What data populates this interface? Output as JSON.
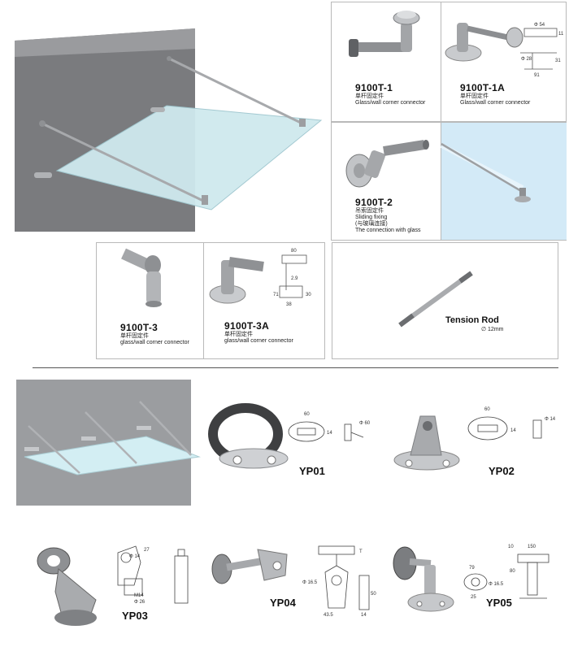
{
  "products": {
    "t1": {
      "code": "9100T-1",
      "cn": "单杆固定件",
      "desc": "Glass/wall corner connector"
    },
    "t1a": {
      "code": "9100T-1A",
      "cn": "单杆固定件",
      "desc": "Glass/wall corner connector"
    },
    "t2": {
      "code": "9100T-2",
      "cn": "吊索固定件",
      "desc1": "Sliding fixing",
      "desc2": "(与玻璃连接)",
      "desc3": "The connection with glass"
    },
    "t3": {
      "code": "9100T-3",
      "cn": "单杆固定件",
      "desc": "glass/wall corner connector"
    },
    "t3a": {
      "code": "9100T-3A",
      "cn": "单杆固定件",
      "desc": "glass/wall corner connector"
    },
    "rod": {
      "label": "Tension Rod",
      "size": "∅ 12mm"
    }
  },
  "yp": {
    "yp01": "YP01",
    "yp02": "YP02",
    "yp03": "YP03",
    "yp04": "YP04",
    "yp05": "YP05"
  },
  "dims": {
    "t1a": [
      "Φ 54",
      "11",
      "Φ 28",
      "91",
      "31"
    ],
    "t3a": [
      "80",
      "2.9",
      "71",
      "30",
      "38"
    ],
    "yp01": [
      "60",
      "14",
      "Φ 60"
    ],
    "yp02": [
      "60",
      "14",
      "Φ 14"
    ],
    "yp03": [
      "27",
      "Φ 14",
      "M14",
      "Φ 26"
    ],
    "yp04": [
      "T",
      "Φ 16.5",
      "43.5",
      "50",
      "14"
    ],
    "yp05": [
      "10",
      "150",
      "79",
      "80",
      "Φ 16.5",
      "25"
    ]
  }
}
